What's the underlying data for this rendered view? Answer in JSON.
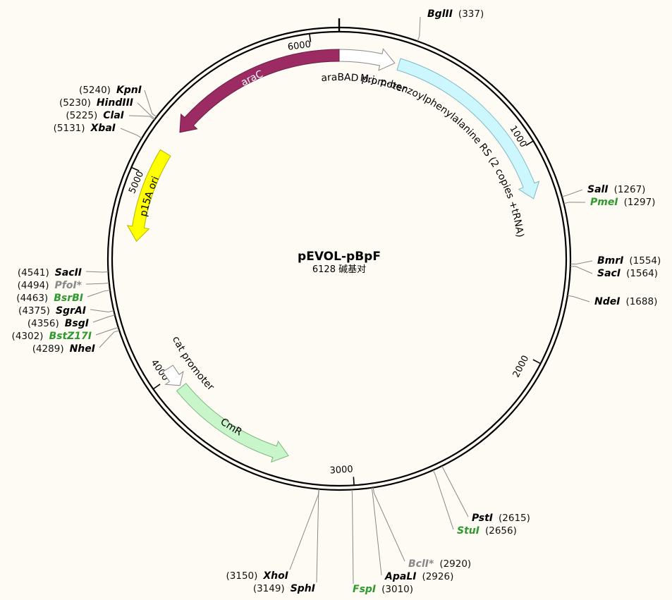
{
  "plasmid": {
    "name": "pEVOL-pBpF",
    "length_label": "6128 碱基对",
    "total_bp": 6128
  },
  "ticks": [
    {
      "bp": 0,
      "label": ""
    },
    {
      "bp": 1000,
      "label": "1000"
    },
    {
      "bp": 2000,
      "label": "2000"
    },
    {
      "bp": 3000,
      "label": "3000"
    },
    {
      "bp": 4000,
      "label": "4000"
    },
    {
      "bp": 5000,
      "label": "5000"
    },
    {
      "bp": 6000,
      "label": "6000"
    }
  ],
  "features": [
    {
      "name": "araBAD promoter",
      "start": 0,
      "end": 270,
      "dir": 1,
      "fill": "#ffffff",
      "stroke": "#888888",
      "label_color": "#000000"
    },
    {
      "name": "M.j. p-benzoylphenylalanine RS (2 copies +tRNA)",
      "start": 290,
      "end": 1240,
      "dir": 1,
      "fill": "#ccf7ff",
      "stroke": "#7fb8c4",
      "label_color": "#000000"
    },
    {
      "name": "araC",
      "start": 5250,
      "end": 6128,
      "dir": -1,
      "fill": "#9b2b62",
      "stroke": "#6e1d44",
      "label_color": "#ffffff"
    },
    {
      "name": "p15A ori",
      "start": 4680,
      "end": 5130,
      "dir": -1,
      "fill": "#ffff00",
      "stroke": "#b5b500",
      "label_color": "#000000"
    },
    {
      "name": "cat promoter",
      "start": 3940,
      "end": 4040,
      "dir": -1,
      "fill": "#ffffff",
      "stroke": "#888888",
      "label_color": "#000000"
    },
    {
      "name": "CmR",
      "start": 3310,
      "end": 3930,
      "dir": -1,
      "fill": "#c9f5cb",
      "stroke": "#7bb87e",
      "label_color": "#000000"
    }
  ],
  "sites": [
    {
      "name": "BglII",
      "italic_part": "Bgl",
      "plain_part": "II",
      "pos": "(337)",
      "bp": 337,
      "color": "#000000"
    },
    {
      "name": "SalI",
      "italic_part": "Sal",
      "plain_part": "I",
      "pos": "(1267)",
      "bp": 1267,
      "color": "#000000"
    },
    {
      "name": "PmeI",
      "italic_part": "Pme",
      "plain_part": "I",
      "pos": "(1297)",
      "bp": 1297,
      "color": "#2e9a2e"
    },
    {
      "name": "BmrI",
      "italic_part": "Bmr",
      "plain_part": "I",
      "pos": "(1554)",
      "bp": 1554,
      "color": "#000000"
    },
    {
      "name": "SacI",
      "italic_part": "Sac",
      "plain_part": "I",
      "pos": "(1564)",
      "bp": 1564,
      "color": "#000000"
    },
    {
      "name": "NdeI",
      "italic_part": "Nde",
      "plain_part": "I",
      "pos": "(1688)",
      "bp": 1688,
      "color": "#000000"
    },
    {
      "name": "PstI",
      "italic_part": "Pst",
      "plain_part": "I",
      "pos": "(2615)",
      "bp": 2615,
      "color": "#000000"
    },
    {
      "name": "StuI",
      "italic_part": "Stu",
      "plain_part": "I",
      "pos": "(2656)",
      "bp": 2656,
      "color": "#2e9a2e"
    },
    {
      "name": "BclI*",
      "italic_part": "Bcl",
      "plain_part": "I*",
      "pos": "(2920)",
      "bp": 2920,
      "color": "#888888"
    },
    {
      "name": "ApaLI",
      "italic_part": "Apa",
      "plain_part": "LI",
      "pos": "(2926)",
      "bp": 2926,
      "color": "#000000"
    },
    {
      "name": "FspI",
      "italic_part": "Fsp",
      "plain_part": "I",
      "pos": "(3010)",
      "bp": 3010,
      "color": "#2e9a2e"
    },
    {
      "name": "XhoI",
      "italic_part": "Xho",
      "plain_part": "I",
      "pos": "(3150)",
      "bp": 3150,
      "color": "#000000"
    },
    {
      "name": "SphI",
      "italic_part": "Sph",
      "plain_part": "I",
      "pos": "(3149)",
      "bp": 3149,
      "color": "#000000"
    },
    {
      "name": "SacII",
      "italic_part": "Sac",
      "plain_part": "II",
      "pos": "(4541)",
      "bp": 4541,
      "color": "#000000"
    },
    {
      "name": "PfoI*",
      "italic_part": "Pfo",
      "plain_part": "I*",
      "pos": "(4494)",
      "bp": 4494,
      "color": "#888888"
    },
    {
      "name": "BsrBI",
      "italic_part": "BsrB",
      "plain_part": "I",
      "pos": "(4463)",
      "bp": 4463,
      "color": "#2e9a2e"
    },
    {
      "name": "SgrAI",
      "italic_part": "SgrA",
      "plain_part": "I",
      "pos": "(4375)",
      "bp": 4375,
      "color": "#000000"
    },
    {
      "name": "BsgI",
      "italic_part": "Bsg",
      "plain_part": "I",
      "pos": "(4356)",
      "bp": 4356,
      "color": "#000000"
    },
    {
      "name": "BstZ17I",
      "italic_part": "BstZ17",
      "plain_part": "I",
      "pos": "(4302)",
      "bp": 4302,
      "color": "#2e9a2e"
    },
    {
      "name": "NheI",
      "italic_part": "Nhe",
      "plain_part": "I",
      "pos": "(4289)",
      "bp": 4289,
      "color": "#000000"
    },
    {
      "name": "KpnI",
      "italic_part": "Kpn",
      "plain_part": "I",
      "pos": "(5240)",
      "bp": 5240,
      "color": "#000000"
    },
    {
      "name": "HindIII",
      "italic_part": "Hind",
      "plain_part": "III",
      "pos": "(5230)",
      "bp": 5230,
      "color": "#000000"
    },
    {
      "name": "ClaI",
      "italic_part": "Cla",
      "plain_part": "I",
      "pos": "(5225)",
      "bp": 5225,
      "color": "#000000"
    },
    {
      "name": "XbaI",
      "italic_part": "Xba",
      "plain_part": "I",
      "pos": "(5131)",
      "bp": 5131,
      "color": "#000000"
    }
  ]
}
